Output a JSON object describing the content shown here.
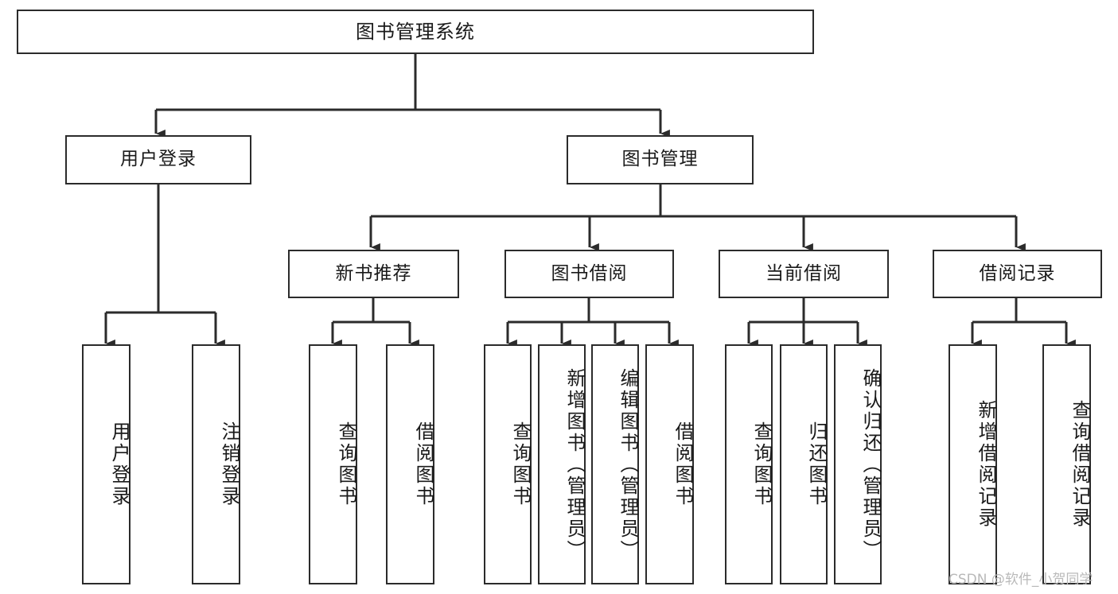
{
  "diagram": {
    "type": "tree",
    "title": "图书管理系统",
    "watermark": "CSDN @软件_小贺同学",
    "colors": {
      "box_border": "#2b2b2b",
      "box_fill": "#ffffff",
      "connector": "#2b2b2b",
      "text": "#1a1a1a",
      "watermark": "#b9b9b9",
      "background": "#ffffff"
    },
    "levels": {
      "root": {
        "label": "图书管理系统"
      },
      "level1": [
        {
          "id": "user-login",
          "label": "用户登录"
        },
        {
          "id": "book-management",
          "label": "图书管理"
        }
      ],
      "level2": [
        {
          "id": "new-book-recommend",
          "label": "新书推荐",
          "parent": "book-management"
        },
        {
          "id": "book-borrow",
          "label": "图书借阅",
          "parent": "book-management"
        },
        {
          "id": "current-borrow",
          "label": "当前借阅",
          "parent": "book-management"
        },
        {
          "id": "borrow-record",
          "label": "借阅记录",
          "parent": "book-management"
        }
      ],
      "leaves": {
        "user-login": [
          {
            "id": "leaf-user-login",
            "label": "用户登录"
          },
          {
            "id": "leaf-user-logout",
            "label": "注销登录"
          }
        ],
        "new-book-recommend": [
          {
            "id": "leaf-query-book-1",
            "label": "查询图书"
          },
          {
            "id": "leaf-borrow-book-1",
            "label": "借阅图书"
          }
        ],
        "book-borrow": [
          {
            "id": "leaf-query-book-2",
            "label": "查询图书"
          },
          {
            "id": "leaf-add-book",
            "label": "新增图书（管理员）"
          },
          {
            "id": "leaf-edit-book",
            "label": "编辑图书（管理员）"
          },
          {
            "id": "leaf-borrow-book-2",
            "label": "借阅图书"
          }
        ],
        "current-borrow": [
          {
            "id": "leaf-query-book-3",
            "label": "查询图书"
          },
          {
            "id": "leaf-return-book",
            "label": "归还图书"
          },
          {
            "id": "leaf-confirm-return",
            "label": "确认归还（管理员）"
          }
        ],
        "borrow-record": [
          {
            "id": "leaf-add-record",
            "label": "新增借阅记录"
          },
          {
            "id": "leaf-query-record",
            "label": "查询借阅记录"
          }
        ]
      }
    }
  }
}
